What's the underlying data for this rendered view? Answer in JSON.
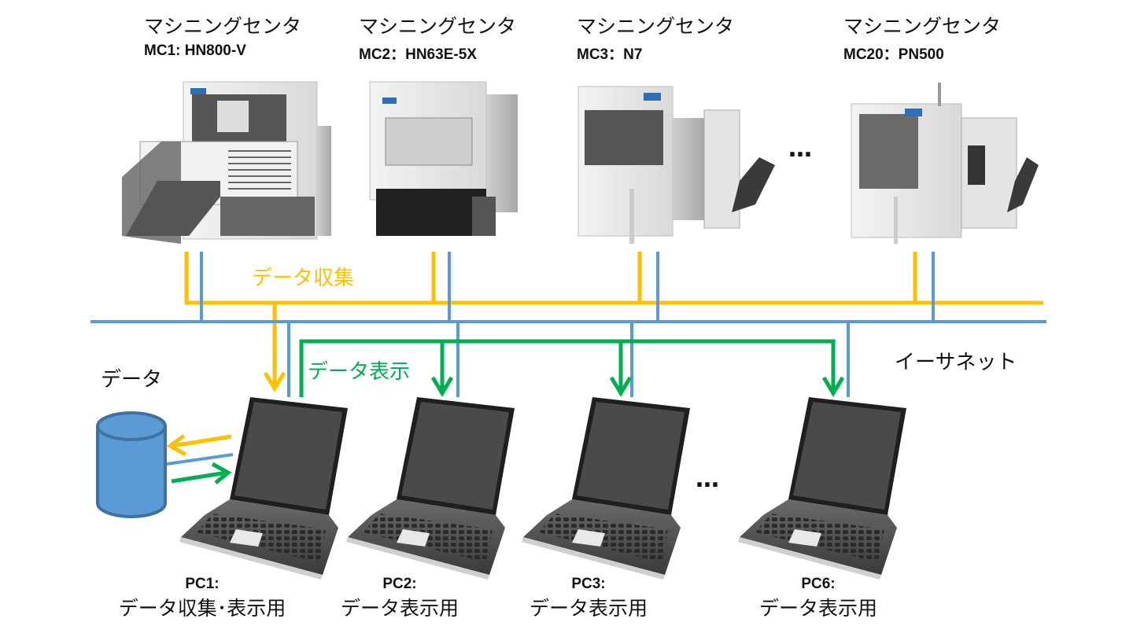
{
  "colors": {
    "collection": "#FFC000",
    "ethernet": "#5B9BD5",
    "display": "#00B050",
    "database": "#5B9BD5",
    "database_outline": "#41719C"
  },
  "machines": [
    {
      "id": "mc1",
      "title": "マシニングセンタ",
      "model": "MC1: HN800-V"
    },
    {
      "id": "mc2",
      "title": "マシニングセンタ",
      "model": "MC2：HN63E-5X"
    },
    {
      "id": "mc3",
      "title": "マシニングセンタ",
      "model": "MC3：N7"
    },
    {
      "id": "mc20",
      "title": "マシニングセンタ",
      "model": "MC20：PN500"
    }
  ],
  "machine_ellipsis": "…",
  "labels": {
    "data_collection": "データ収集",
    "data_display": "データ表示",
    "ethernet": "イーサネット",
    "database": "データ"
  },
  "pcs": [
    {
      "id": "pc1",
      "name": "PC1:",
      "role": "データ収集･表示用"
    },
    {
      "id": "pc2",
      "name": "PC2:",
      "role": "データ表示用"
    },
    {
      "id": "pc3",
      "name": "PC3:",
      "role": "データ表示用"
    },
    {
      "id": "pc6",
      "name": "PC6:",
      "role": "データ表示用"
    }
  ],
  "pc_ellipsis": "…"
}
